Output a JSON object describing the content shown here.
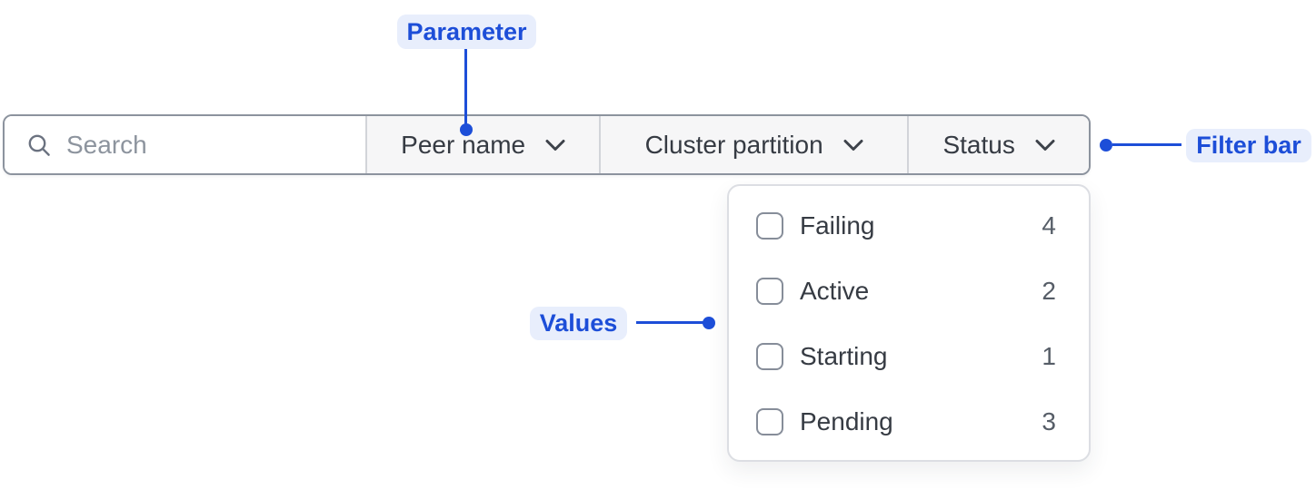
{
  "annotations": {
    "parameter_label": "Parameter",
    "values_label": "Values",
    "filter_bar_label": "Filter bar",
    "accent_color": "#1d4ed8",
    "pill_bg_color": "#e8eefc"
  },
  "filter_bar": {
    "search": {
      "placeholder": "Search",
      "icon": "search-icon"
    },
    "parameters": [
      {
        "label": "Peer name",
        "icon": "chevron-down-icon"
      },
      {
        "label": "Cluster partition",
        "icon": "chevron-down-icon"
      },
      {
        "label": "Status",
        "icon": "chevron-down-icon",
        "open": true
      }
    ]
  },
  "status_dropdown": {
    "items": [
      {
        "label": "Failing",
        "count": "4",
        "checked": false
      },
      {
        "label": "Active",
        "count": "2",
        "checked": false
      },
      {
        "label": "Starting",
        "count": "1",
        "checked": false
      },
      {
        "label": "Pending",
        "count": "3",
        "checked": false
      }
    ]
  }
}
